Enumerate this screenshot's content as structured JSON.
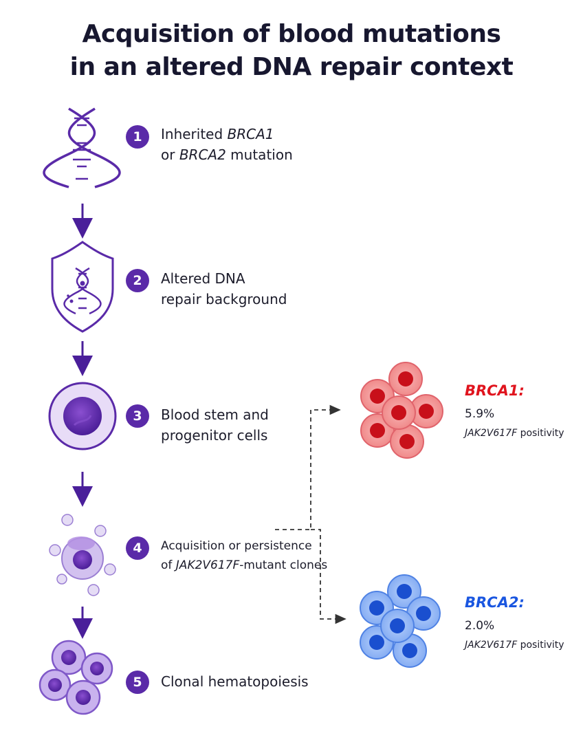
{
  "title": {
    "line1": "Acquisition of blood mutations",
    "line2": "in an altered DNA repair context"
  },
  "steps": [
    {
      "number": "1",
      "line1_pre": "Inherited ",
      "line1_gene": "BRCA1",
      "line2_pre": "or ",
      "line2_gene": "BRCA2",
      "line2_post": " mutation",
      "icon": "dna-helix-icon"
    },
    {
      "number": "2",
      "line1": "Altered DNA",
      "line2": "repair background",
      "icon": "shield-dna-icon"
    },
    {
      "number": "3",
      "line1": "Blood stem and",
      "line2": "progenitor cells",
      "icon": "stem-cell-icon"
    },
    {
      "number": "4",
      "line1": "Acquisition or persistence",
      "line2_pre": "of ",
      "line2_gene": "JAK2V617F",
      "line2_post": "-mutant clones",
      "icon": "mutant-clone-icon"
    },
    {
      "number": "5",
      "line1": "Clonal hematopoiesis",
      "icon": "cell-cluster-icon"
    }
  ],
  "results": [
    {
      "gene": "BRCA1:",
      "value": "5.9%",
      "desc_gene": "JAK2V617F",
      "desc_post": " positivity",
      "color": "#e0141e",
      "cluster": "red-cell-cluster-icon"
    },
    {
      "gene": "BRCA2:",
      "value": "2.0%",
      "desc_gene": "JAK2V617F",
      "desc_post": " positivity",
      "color": "#1a56e0",
      "cluster": "blue-cell-cluster-icon"
    }
  ],
  "colors": {
    "accent": "#5a2aa8",
    "arrow": "#4a1f9a",
    "brca1": "#e0141e",
    "brca2": "#1a56e0"
  }
}
